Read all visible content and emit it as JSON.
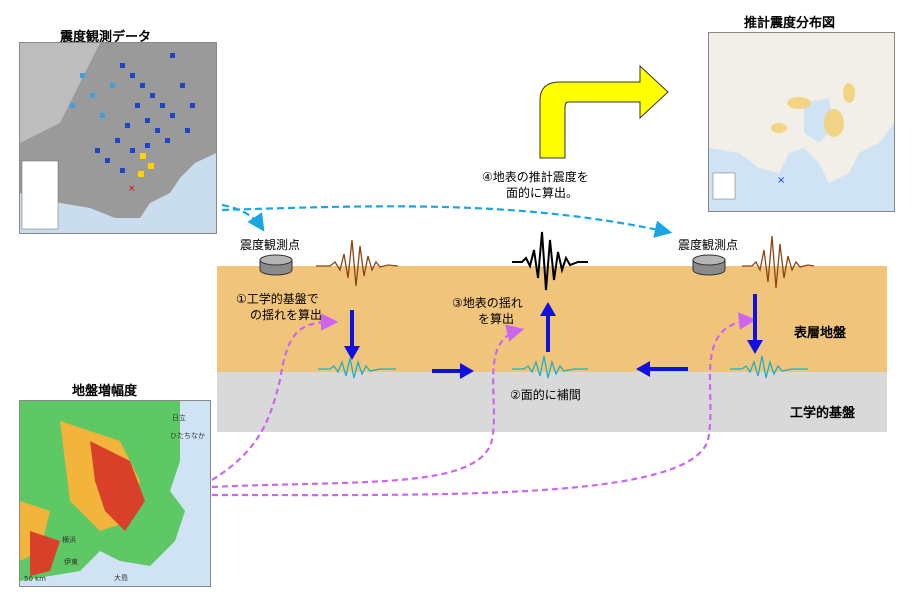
{
  "titles": {
    "seismic_data": "震度観測データ",
    "estimated_map": "推計震度分布図",
    "amplification": "地盤増幅度"
  },
  "labels": {
    "station_left": "震度観測点",
    "station_right": "震度観測点",
    "surface_layer": "表層地盤",
    "engineering_base": "工学的基盤",
    "step1_line1": "①工学的基盤で",
    "step1_line2": "の揺れを算出",
    "step2": "②面的に補間",
    "step3_line1": "③地表の揺れ",
    "step3_line2": "を算出",
    "step4_line1": "④地表の推計震度を",
    "step4_line2": "面的に算出。"
  },
  "map_labels": {
    "hitachi": "日立",
    "hitachinaka": "ひたちなか",
    "yokohama": "横浜",
    "izu": "伊東",
    "oshima": "大島",
    "scale": "50 km"
  },
  "colors": {
    "surface_layer": "#f0c57b",
    "engineering_base": "#d9d9d9",
    "arrow_blue": "#1010e0",
    "arrow_yellow": "#ffff00",
    "dashed_cyan": "#1aa6e0",
    "dashed_purple": "#cc66ee",
    "wave_brown": "#8b4513",
    "wave_cyan": "#1ab0c8",
    "station_cylinder": "#999999"
  }
}
